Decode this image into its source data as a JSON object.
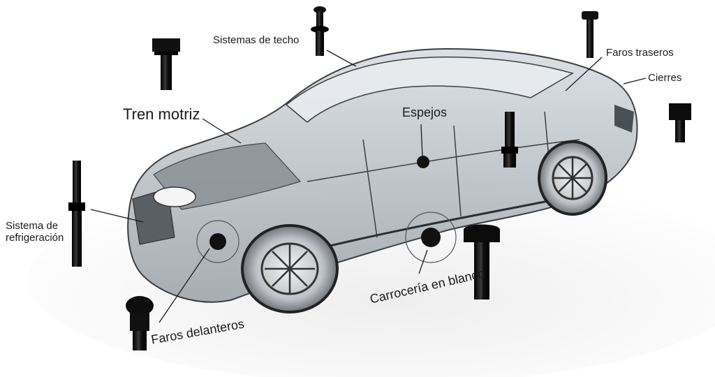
{
  "labels": {
    "sistemas_techo": "Sistemas de techo",
    "tren_motriz": "Tren motriz",
    "espejos": "Espejos",
    "faros_traseros": "Faros traseros",
    "cierres": "Cierres",
    "sistema_refrigeracion": "Sistema de\nrefrigeración",
    "faros_delanteros": "Faros delanteros",
    "carroceria_blanco": "Carrocería en blanco"
  },
  "colors": {
    "background": "#ffffff",
    "text": "#1a1a1a",
    "line": "#1a1a1a",
    "bolt": "#141414",
    "car_glass": "#c9ced3"
  },
  "icons": [
    "bolt-icon",
    "car-illustration"
  ]
}
